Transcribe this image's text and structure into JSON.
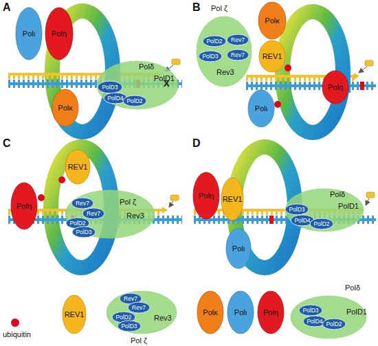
{
  "diagram": {
    "nodes": [
      {
        "text": [
          "Polι"
        ]
      },
      {
        "text": [
          "Polη"
        ]
      },
      {
        "text": [
          "Polκ"
        ]
      },
      {
        "text": [
          "Polδ",
          "PolD1"
        ]
      },
      {
        "text": [
          "PolD3"
        ],
        "in": 3
      },
      {
        "text": [
          "PolD4"
        ],
        "in": 3
      },
      {
        "text": [
          "PolD2"
        ],
        "in": 3
      },
      {
        "text": [
          "Pol ζ",
          "Rev3"
        ]
      },
      {
        "text": [
          "PolD3"
        ],
        "in": 7
      },
      {
        "text": [
          "PolD2"
        ],
        "in": 7
      },
      {
        "text": [
          "Rev7"
        ],
        "in": 7
      },
      {
        "text": [
          "Rev7"
        ],
        "in": 7
      },
      {
        "text": [
          "Polκ"
        ]
      },
      {
        "text": [
          "REV1"
        ]
      },
      {
        "text": [
          "Polη"
        ]
      },
      {
        "text": [
          "Polι"
        ]
      },
      {
        "text": [
          "Polη"
        ]
      },
      {
        "text": [
          "REV1"
        ]
      },
      {
        "text": [
          "Pol ζ",
          "Rev3"
        ]
      },
      {
        "text": [
          "Rev7"
        ],
        "in": 18
      },
      {
        "text": [
          "Rev7"
        ],
        "in": 18
      },
      {
        "text": [
          "PolD2"
        ],
        "in": 18
      },
      {
        "text": [
          "PolD3"
        ],
        "in": 18
      },
      {
        "text": [
          "Polη"
        ]
      },
      {
        "text": [
          "REV1"
        ]
      },
      {
        "text": [
          "Polι"
        ]
      },
      {
        "text": [
          "Polδ",
          "PolD1"
        ]
      },
      {
        "text": [
          "PolD3"
        ],
        "in": 26
      },
      {
        "text": [
          "PolD4"
        ],
        "in": 26
      },
      {
        "text": [
          "PolD2"
        ],
        "in": 26
      },
      {
        "text": [
          "REV1"
        ]
      },
      {
        "text": [
          "Pol ζ",
          "Rev3"
        ]
      },
      {
        "text": [
          "Rev7"
        ],
        "in": 31
      },
      {
        "text": [
          "Rev7"
        ],
        "in": 31
      },
      {
        "text": [
          "PolD2"
        ],
        "in": 31
      },
      {
        "text": [
          "PolD3"
        ],
        "in": 31
      },
      {
        "text": [
          "Polκ"
        ]
      },
      {
        "text": [
          "Polι"
        ]
      },
      {
        "text": [
          "Polη"
        ]
      },
      {
        "text": [
          "Polδ",
          "PolD1"
        ]
      },
      {
        "text": [
          "PolD3"
        ],
        "in": 39
      },
      {
        "text": [
          "PolD4"
        ],
        "in": 39
      },
      {
        "text": [
          "PolD2"
        ],
        "in": 39
      }
    ],
    "labels": [
      "A",
      "B",
      "C",
      "D",
      "X"
    ],
    "legend": [
      {
        "text": "ubiquitin",
        "color": "#e3001b"
      }
    ]
  }
}
